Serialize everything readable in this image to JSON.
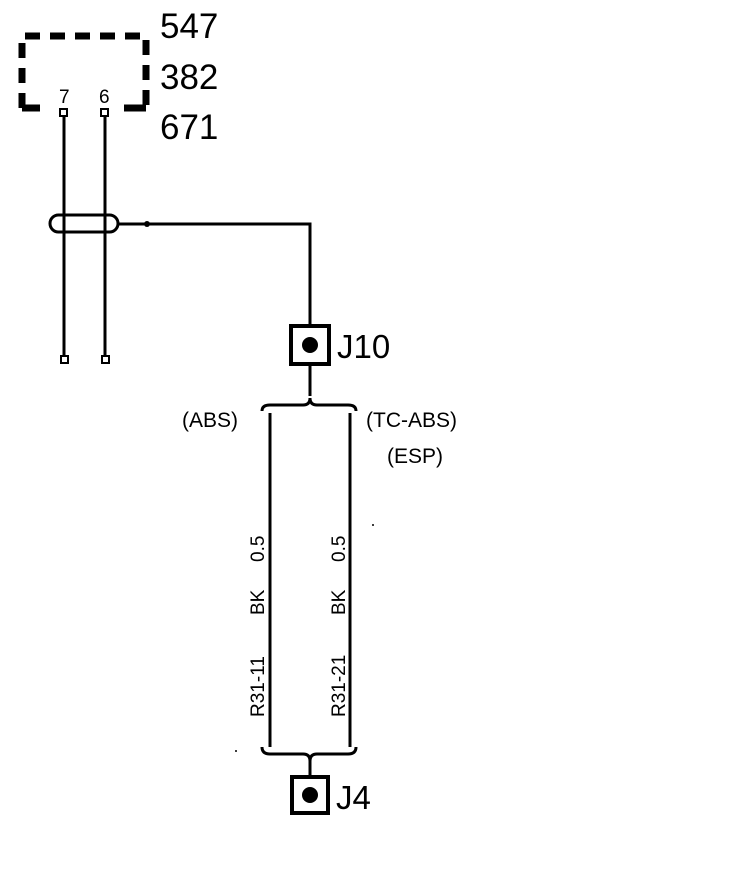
{
  "component": {
    "codes": [
      "547",
      "382",
      "671"
    ],
    "pins": [
      "7",
      "6"
    ]
  },
  "connectors": {
    "upper": "J10",
    "lower": "J4"
  },
  "variants": {
    "left": "(ABS)",
    "right_line1": "(TC-ABS)",
    "right_line2": "(ESP)"
  },
  "wires": [
    {
      "circuit": "R31-11",
      "color": "BK",
      "size": "0.5"
    },
    {
      "circuit": "R31-21",
      "color": "BK",
      "size": "0.5"
    }
  ]
}
